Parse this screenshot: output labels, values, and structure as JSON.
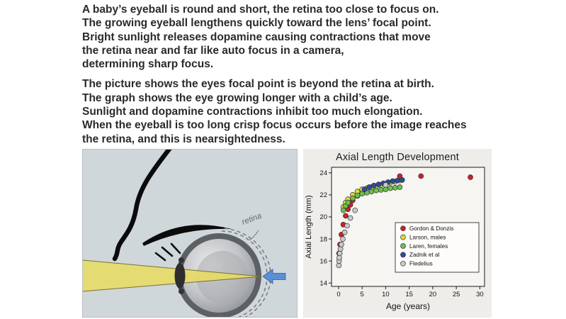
{
  "text": {
    "paragraph1": [
      "A baby’s eyeball is round and short, the retina too close to focus on.",
      "The growing eyeball lengthens quickly toward the lens’ focal point.",
      "Bright sunlight releases dopamine causing contractions that move",
      "the retina near and far like auto focus in a camera,",
      "determining sharp focus."
    ],
    "paragraph2": [
      "The picture shows the eyes focal point is beyond the retina at birth.",
      "The graph shows the eye growing longer with a child’s age.",
      "Sunlight and dopamine contractions inhibit too much elongation.",
      "When the eyeball is too long crisp focus occurs before the image reaches",
      "the retina, and this is nearsightedness."
    ]
  },
  "illustration": {
    "retina_label": "retina",
    "beam_color": "#e9dc60",
    "arrow_color": "#5b8fd4"
  },
  "chart_data": {
    "type": "scatter",
    "title": "Axial Length Development",
    "xlabel": "Age (years)",
    "ylabel": "Axial Length (mm)",
    "xlim": [
      0,
      30
    ],
    "ylim": [
      14,
      24
    ],
    "xticks": [
      0,
      5,
      10,
      15,
      20,
      25,
      30
    ],
    "yticks": [
      14,
      16,
      18,
      20,
      22,
      24
    ],
    "grid": false,
    "legend_position": "lower right",
    "series": [
      {
        "name": "Gordon & Donzis",
        "color": "#cc2027",
        "points": [
          [
            0.1,
            16.7
          ],
          [
            0.3,
            17.5
          ],
          [
            0.6,
            18.4
          ],
          [
            1,
            19.3
          ],
          [
            1.5,
            20.1
          ],
          [
            2,
            20.7
          ],
          [
            2.5,
            21.1
          ],
          [
            3,
            21.5
          ],
          [
            4,
            21.9
          ],
          [
            5,
            22.2
          ],
          [
            13,
            23.7
          ],
          [
            17.5,
            23.7
          ],
          [
            28,
            23.6
          ]
        ]
      },
      {
        "name": "Larson, males",
        "color": "#ddd83c",
        "points": [
          [
            1,
            20.9
          ],
          [
            1.5,
            21.3
          ],
          [
            2,
            21.6
          ],
          [
            3,
            22.0
          ],
          [
            4,
            22.3
          ],
          [
            5,
            22.5
          ],
          [
            6,
            22.6
          ],
          [
            7,
            22.7
          ],
          [
            8,
            22.8
          ],
          [
            9,
            22.9
          ],
          [
            10,
            23.0
          ],
          [
            11,
            23.1
          ],
          [
            12,
            23.2
          ],
          [
            13,
            23.3
          ]
        ]
      },
      {
        "name": "Laren, females",
        "color": "#6dbf4e",
        "points": [
          [
            1,
            20.6
          ],
          [
            1.5,
            21.0
          ],
          [
            2,
            21.3
          ],
          [
            3,
            21.7
          ],
          [
            4,
            21.95
          ],
          [
            5,
            22.1
          ],
          [
            6,
            22.2
          ],
          [
            7,
            22.3
          ],
          [
            8,
            22.4
          ],
          [
            9,
            22.45
          ],
          [
            10,
            22.5
          ],
          [
            11,
            22.6
          ],
          [
            12,
            22.65
          ],
          [
            13,
            22.7
          ]
        ]
      },
      {
        "name": "Zadnik et al",
        "color": "#2b4b9b",
        "points": [
          [
            5.5,
            22.5
          ],
          [
            6.5,
            22.7
          ],
          [
            7.5,
            22.85
          ],
          [
            8.5,
            22.95
          ],
          [
            9.5,
            23.05
          ],
          [
            10.5,
            23.15
          ],
          [
            11.5,
            23.25
          ],
          [
            12.5,
            23.3
          ],
          [
            13.5,
            23.35
          ]
        ]
      },
      {
        "name": "Fledelius",
        "color": "#c9c9c9",
        "points": [
          [
            0.05,
            15.6
          ],
          [
            0.1,
            16.0
          ],
          [
            0.15,
            16.3
          ],
          [
            0.25,
            16.7
          ],
          [
            0.4,
            17.1
          ],
          [
            0.6,
            17.5
          ],
          [
            0.9,
            18.0
          ],
          [
            1.3,
            18.6
          ],
          [
            1.8,
            19.2
          ],
          [
            2.5,
            19.9
          ],
          [
            3.5,
            20.6
          ],
          [
            10,
            22.9
          ]
        ]
      }
    ]
  }
}
